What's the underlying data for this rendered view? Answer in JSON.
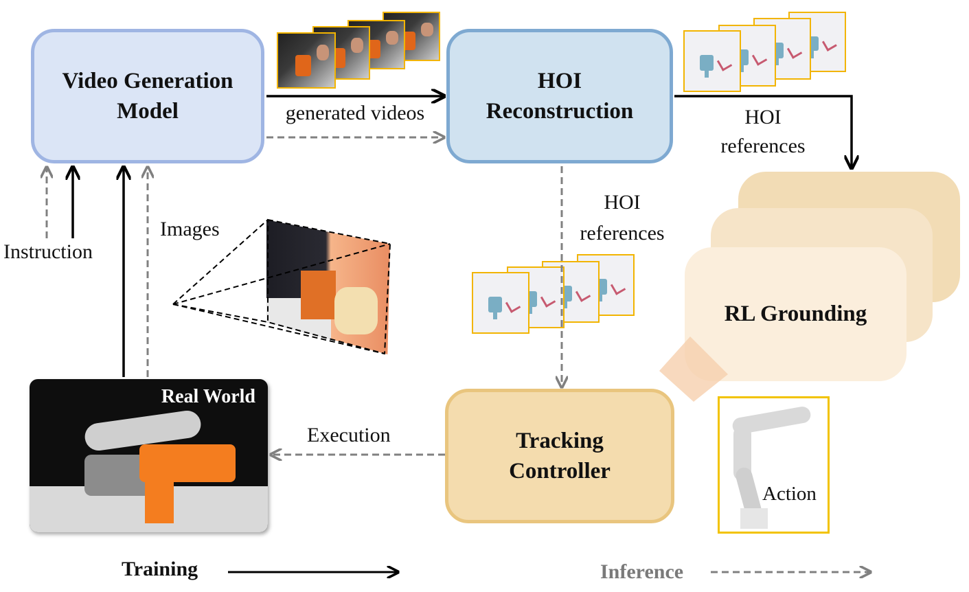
{
  "boxes": {
    "video_generation": "Video Generation Model",
    "hoi_reconstruction": "HOI Reconstruction",
    "tracking_controller": "Tracking Controller",
    "rl_grounding": "RL Grounding"
  },
  "labels": {
    "generated_videos": "generated videos",
    "hoi_refs_top_line1": "HOI",
    "hoi_refs_top_line2": "references",
    "hoi_refs_mid_line1": "HOI",
    "hoi_refs_mid_line2": "references",
    "instruction": "Instruction",
    "images": "Images",
    "execution": "Execution",
    "real_world": "Real World",
    "action": "Action"
  },
  "legend": {
    "training": "Training",
    "inference": "Inference"
  },
  "colors": {
    "video_box_fill": "#dbe5f6",
    "hoi_box_fill": "#d0e2f0",
    "tracking_box_fill": "#f4dcae",
    "frame_border": "#f2b400",
    "dashed_arrow": "#808080",
    "solid_arrow": "#000000"
  }
}
